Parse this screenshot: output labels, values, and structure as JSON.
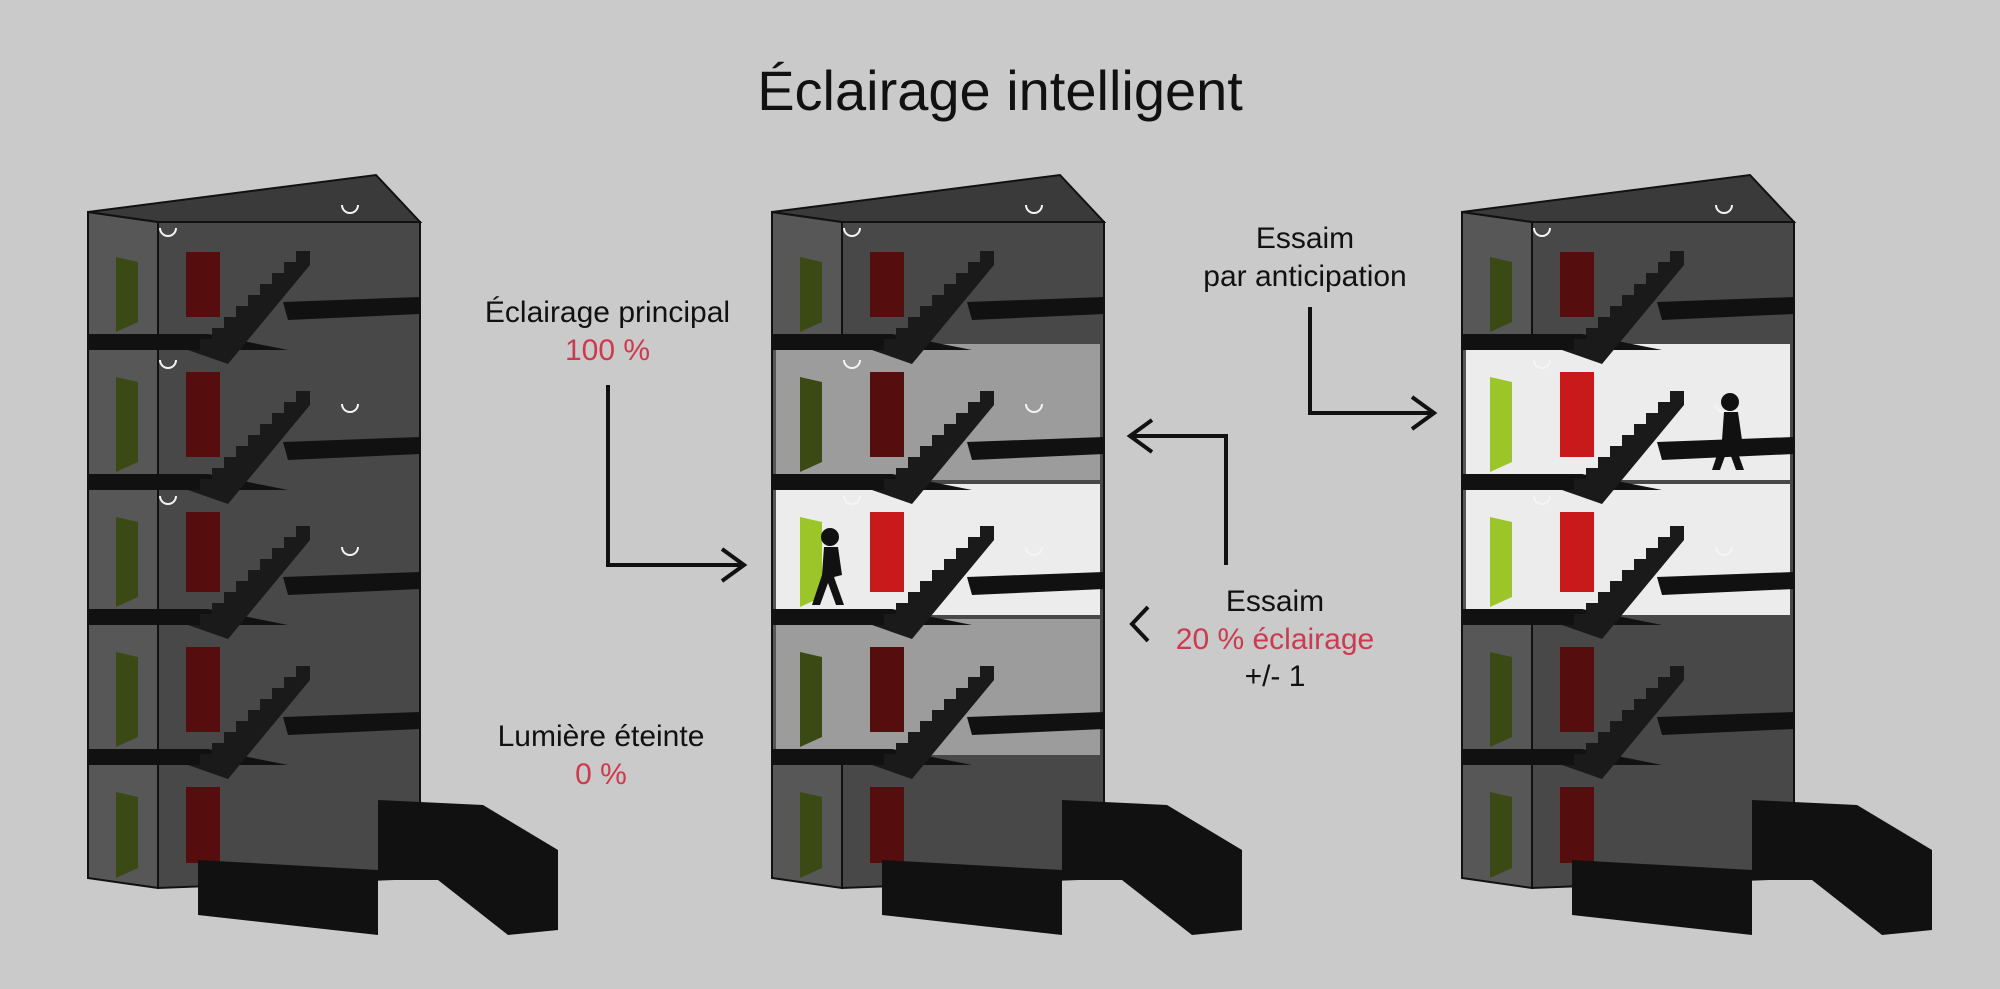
{
  "title": "Éclairage intelligent",
  "labels": {
    "main_lighting": {
      "line1": "Éclairage principal",
      "value": "100 %"
    },
    "light_off": {
      "line1": "Lumière éteinte",
      "value": "0 %"
    },
    "swarm": {
      "line1": "Essaim",
      "value": "20 % éclairage",
      "line3": "+/- 1"
    },
    "anticipation": {
      "line1": "Essaim",
      "line2": "par anticipation"
    }
  },
  "colors": {
    "background": "#cacaca",
    "highlight_text": "#cc3a4f",
    "door_green_lit": "#9cc52a",
    "door_red_lit": "#c81a1a",
    "door_green_dark": "#3b4a14",
    "door_red_dark": "#560d0d"
  },
  "buildings": [
    {
      "id": "all-off",
      "floor_lighting": [
        "off",
        "off",
        "off",
        "off",
        "off"
      ],
      "person_floor": null
    },
    {
      "id": "person-present",
      "floor_lighting": [
        "off",
        "swarm",
        "full",
        "swarm",
        "off"
      ],
      "person_floor": 3
    },
    {
      "id": "anticipation",
      "floor_lighting": [
        "off",
        "full",
        "full",
        "off",
        "off"
      ],
      "person_floor": 2
    }
  ]
}
